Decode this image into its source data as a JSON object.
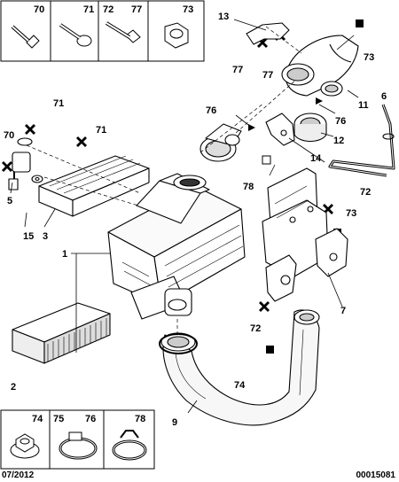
{
  "hardware_legend_top": [
    "70",
    "71",
    "72",
    "77",
    "73"
  ],
  "hardware_legend_bottom": [
    "74",
    "75",
    "76",
    "78"
  ],
  "callouts": {
    "c1": "1",
    "c2": "2",
    "c3": "3",
    "c5": "5",
    "c6": "6",
    "c7": "7",
    "c9": "9",
    "c11": "11",
    "c12": "12",
    "c13": "13",
    "c14": "14",
    "c15": "15",
    "c70": "70",
    "c71a": "71",
    "c71b": "71",
    "c72a": "72",
    "c72b": "72",
    "c73a": "73",
    "c73b": "73",
    "c74": "74",
    "c76a": "76",
    "c76b": "76",
    "c77a": "77",
    "c77b": "77",
    "c78": "78"
  },
  "footer": {
    "date": "07/2012",
    "reference": "00015081"
  },
  "colors": {
    "line": "#000000",
    "background": "#ffffff"
  }
}
